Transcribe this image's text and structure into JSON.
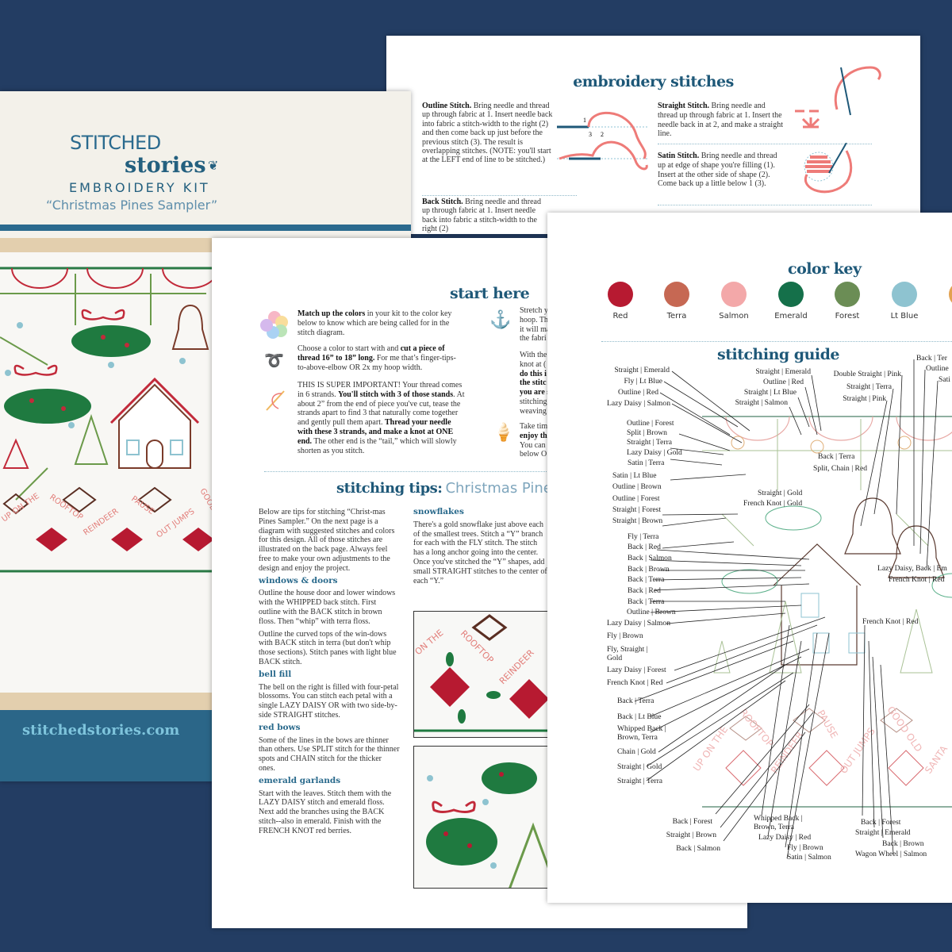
{
  "back_page": {
    "title": "embroidery stitches",
    "outline": {
      "name": "Outline Stitch.",
      "text": "Bring needle and thread up through fabric at 1. Insert needle back into fabric a stitch-width to the right (2) and then come back up just before the previous stitch (3). The result is overlapping stitches. (NOTE: you'll start at the LEFT end of line to be stitched.)"
    },
    "straight": {
      "name": "Straight Stitch.",
      "text": "Bring needle and thread up through fabric at 1. Insert the needle back in at 2, and make a straight line."
    },
    "satin": {
      "name": "Satin Stitch.",
      "text": "Bring needle and thread up at edge of shape you're filling (1). Insert at the other side of shape (2). Come back up a little below 1 (3)."
    },
    "back": {
      "name": "Back Stitch.",
      "text": "Bring needle and thread up through fabric at 1. Insert needle back into fabric a stitch-width to the right (2)"
    },
    "diagram_numbers": [
      "1",
      "2",
      "3"
    ]
  },
  "cover": {
    "logo_line1": "STITCHED",
    "logo_line2": "stories",
    "kit": "EMBROIDERY KIT",
    "pattern": "“Christmas Pines Sampler”",
    "website": "stitchedstories.com",
    "photo_words": [
      "UP ON THE",
      "ROOFTOP",
      "REINDEER",
      "PAUSE",
      "OUT JUMPS",
      "GOOD"
    ]
  },
  "middle_page": {
    "start_title": "start here",
    "steps": [
      {
        "icon": "color-wheel",
        "html_bold": "Match up the colors",
        "text": " in your kit to the color key below to know which are being called for in the stitch diagram."
      },
      {
        "icon": "tape-measure",
        "pre": "Choose a color to start with and ",
        "bold": "cut a piece of thread 16” to 18” long.",
        "post": " For me that’s finger-tips-to-above-elbow OR 2x my hoop width."
      },
      {
        "icon": "needle-thread",
        "pre": "THIS IS SUPER IMPORTANT! Your thread comes in 6 strands. ",
        "bold": "You'll stitch with 3 of those stands",
        "mid": ". At about 2” from the end of piece you've cut, tease the strands apart to find 3 that naturally come together and gently pull them apart. ",
        "bold2": "Thread your needle with these 3 strands, and make a knot at ONE end.",
        "post": " The other end is the “tail,” which will slowly shorten as you stitch."
      }
    ],
    "steps_right": [
      {
        "icon": "anchor",
        "text": "Stretch y\nhoop. Th\nit will ma\nthe fabri"
      },
      {
        "icon": "none",
        "text": "With the\nknot at (",
        "bold": "do this i\nthe stitc\nyou are s",
        "post": "stitching\nweaving"
      },
      {
        "icon": "ice-cream",
        "text": "Take tim",
        "bold": "enjoy th",
        "post": "You can\nbelow O"
      }
    ],
    "tips_title": "stitching tips:",
    "tips_subtitle": "Christmas Pine",
    "intro": "Below are tips for stitching “Christ-mas Pines Sampler.” On the next page is a diagram with suggested stitches and colors for this design. All of those stitches are illustrated on the back page. Always feel free to make your own adjustments to the design and enjoy the project.",
    "sections": [
      {
        "title": "windows & doors",
        "paras": [
          "Outline the house door and lower windows with the WHIPPED back stitch. First outline with the BACK stitch in brown floss. Then “whip” with terra floss.",
          "Outline the curved tops of the win-dows with BACK stitch in terra (but don't whip those sections). Stitch panes with light blue BACK stitch."
        ]
      },
      {
        "title": "bell fill",
        "paras": [
          "The bell on the right is filled with four-petal blossoms. You can stitch each petal with a single LAZY DAISY OR with two side-by-side STRAIGHT stitches."
        ]
      },
      {
        "title": "red bows",
        "paras": [
          "Some of the lines in the bows are thinner than others. Use SPLIT stitch for the thinner spots and CHAIN stitch for the thicker ones."
        ]
      },
      {
        "title": "emerald garlands",
        "paras": [
          "Start with the leaves. Stitch them with the LAZY DAISY stitch and emerald floss. Next add the branches using the BACK stitch--also in emerald. Finish with the FRENCH KNOT red berries."
        ]
      },
      {
        "title": "snowflakes",
        "paras": [
          "There's a gold snowflake just above each of the smallest trees. Stitch a “Y” branch for each with the FLY stitch. The stitch has a long anchor going into the center. Once you've stitched the “Y” shapes, add small STRAIGHT stitches to the center of each “Y.”"
        ]
      }
    ],
    "photo_words": [
      "ON THE",
      "ROOFTOP",
      "REINDEER"
    ]
  },
  "right_page": {
    "color_key_title": "color key",
    "colors": [
      {
        "name": "Red",
        "hex": "#b71a31"
      },
      {
        "name": "Terra",
        "hex": "#c66853"
      },
      {
        "name": "Salmon",
        "hex": "#f3a8a9"
      },
      {
        "name": "Emerald",
        "hex": "#15704a"
      },
      {
        "name": "Forest",
        "hex": "#6b8d55"
      },
      {
        "name": "Lt Blue",
        "hex": "#8ec3d0"
      },
      {
        "name": "",
        "hex": "#e2a150"
      }
    ],
    "guide_title": "stitching guide",
    "labels": [
      "Straight | Emerald",
      "Fly | Lt Blue",
      "Outline | Red",
      "Lazy Daisy | Salmon",
      "Straight | Emerald",
      "Outline | Red",
      "Straight | Lt Blue",
      "Straight | Salmon",
      "Double Straight | Pink",
      "Straight | Terra",
      "Straight | Pink",
      "Back | Ter",
      "Outline",
      "Sati",
      "Outline | Forest",
      "Split | Brown",
      "Straight | Terra",
      "Lazy Daisy | Gold",
      "Satin | Terra",
      "Satin | Lt Blue",
      "Outline | Brown",
      "Outline | Forest",
      "Straight | Forest",
      "Straight | Brown",
      "Back | Terra",
      "Split, Chain | Red",
      "Straight | Gold",
      "French Knot | Gold",
      "Fly | Terra",
      "Back | Red",
      "Back | Salmon",
      "Back | Brown",
      "Back | Terra",
      "Back | Red",
      "Back | Terra",
      "Outline | Brown",
      "Lazy Daisy | Salmon",
      "Lazy Daisy, Back | Em",
      "French Knot | Red",
      "French Knot | Red",
      "Fly | Brown",
      "Fly, Straight | Gold",
      "Lazy Daisy | Forest",
      "French Knot | Red",
      "Back | Terra",
      "Back | Lt Blue",
      "Whipped Back | Brown, Terra",
      "Chain | Gold",
      "Straight | Gold",
      "Straight | Terra",
      "Back | Forest",
      "Straight | Brown",
      "Back | Salmon",
      "Whipped Back | Brown, Terra",
      "Lazy Daisy | Red",
      "Fly | Brown",
      "Satin | Salmon",
      "Back | Forest",
      "Straight | Emerald",
      "Back | Brown",
      "Wagon Wheel | Salmon"
    ],
    "diagram_words": [
      "UP ON THE",
      "ROOFTOP",
      "REINDEER",
      "PAUSE",
      "OUT JUMPS",
      "GOOD OLD",
      "SANTA"
    ]
  }
}
